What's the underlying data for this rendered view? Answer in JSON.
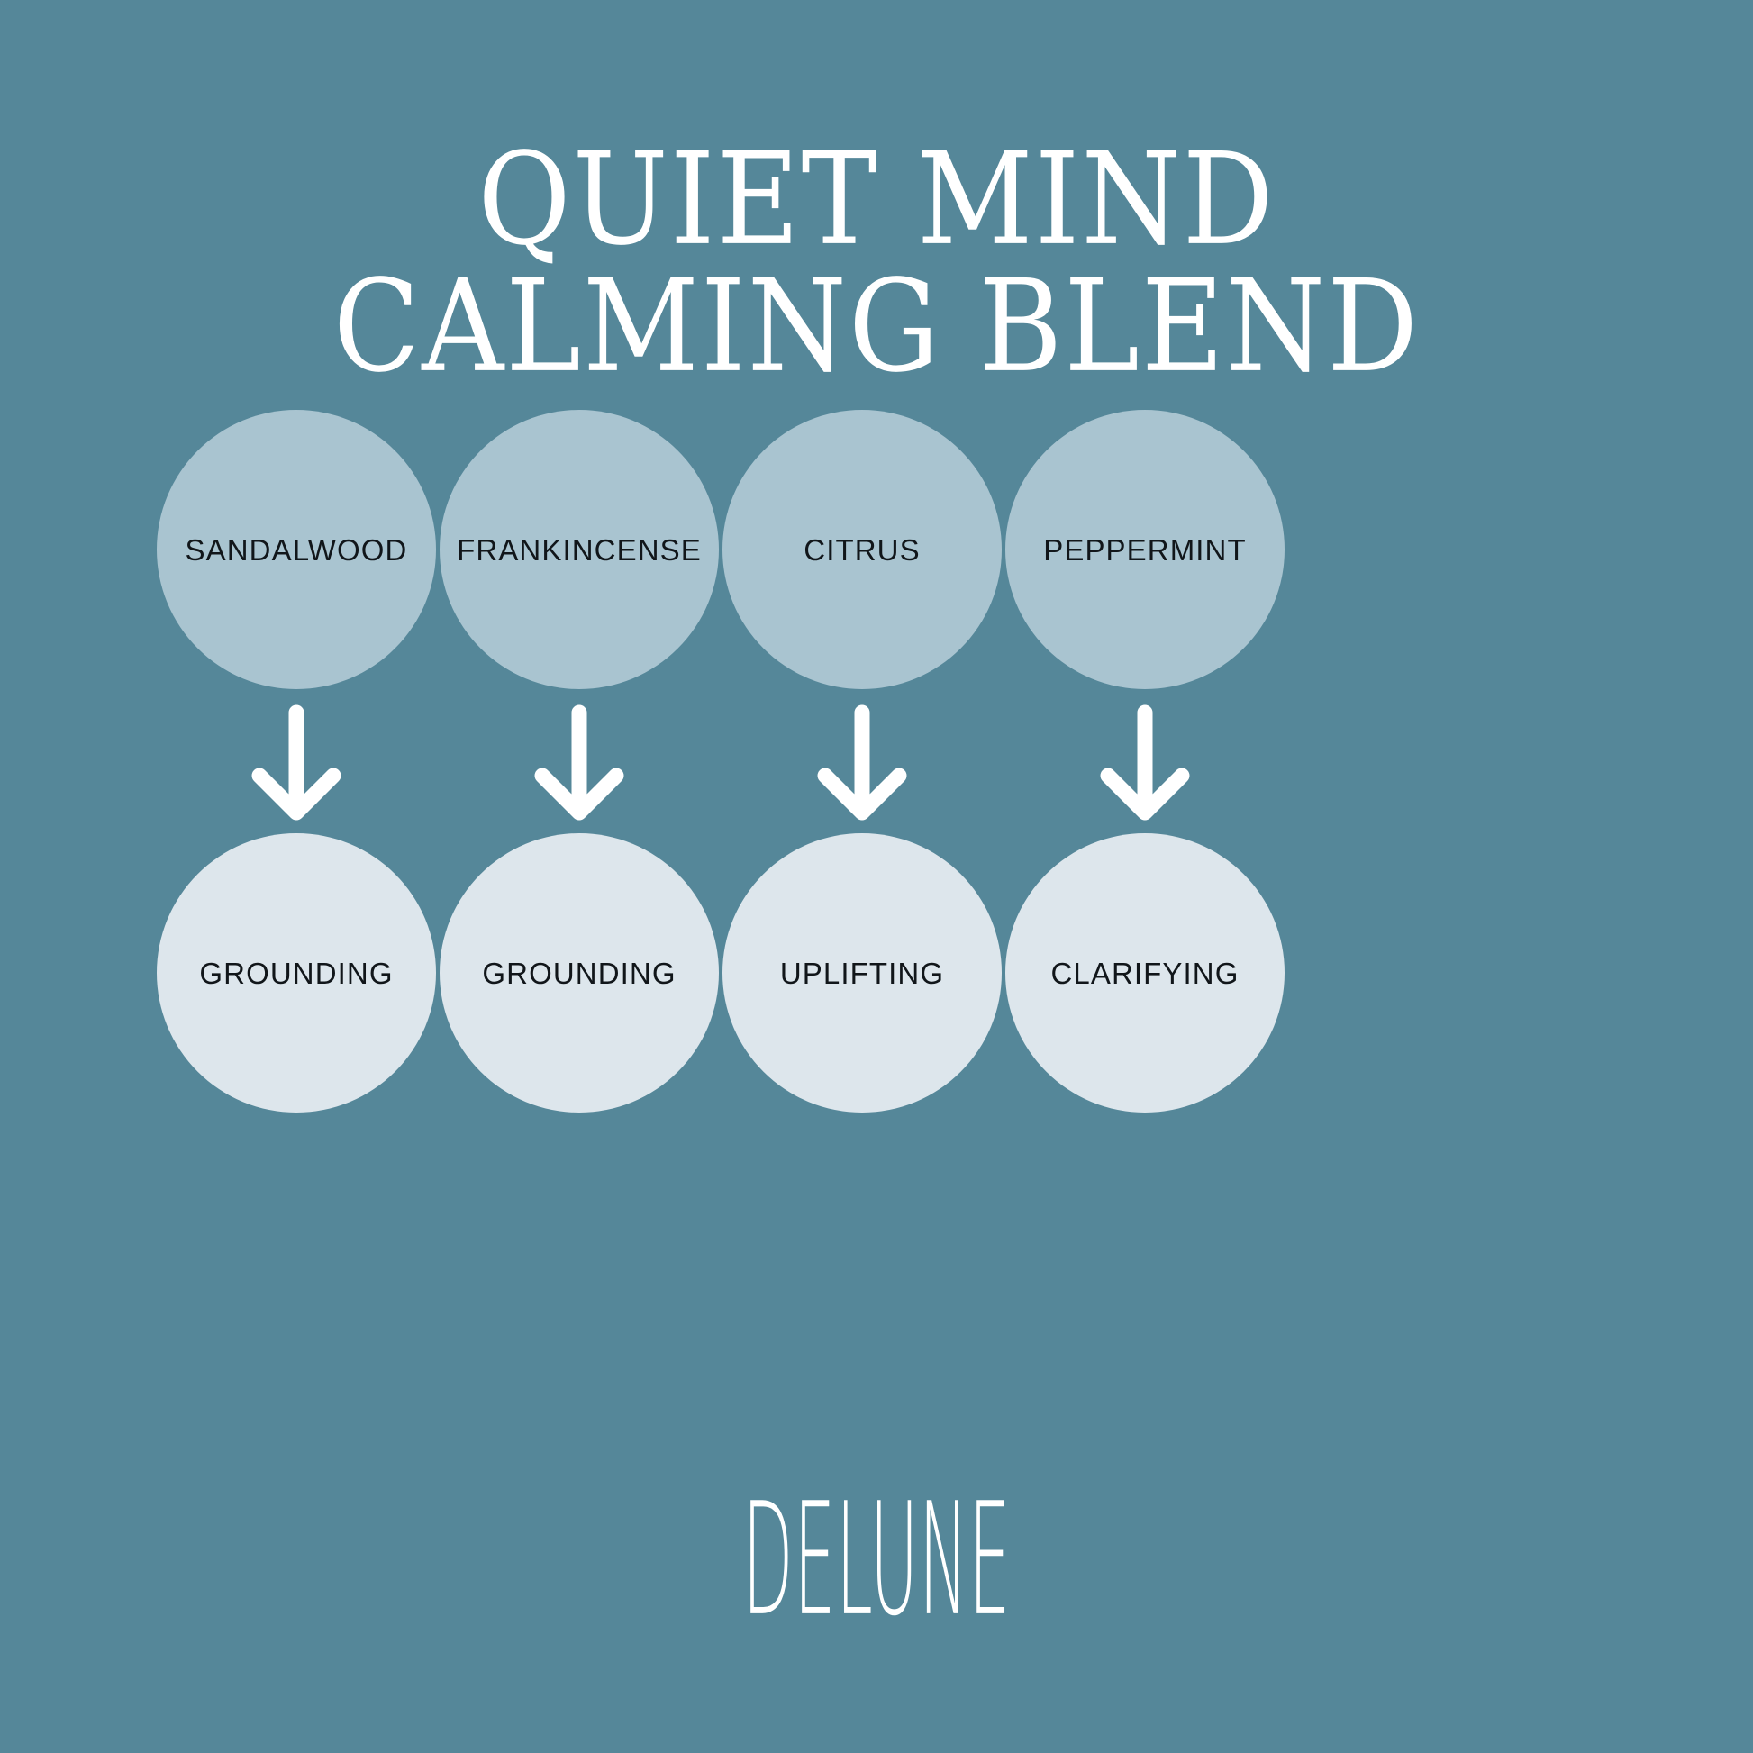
{
  "poster": {
    "background_color": "#558799",
    "title": {
      "line1": "QUIET MIND",
      "line2": "CALMING BLEND",
      "color": "#ffffff"
    },
    "brand": {
      "name": "DELUNE",
      "color": "#ffffff"
    }
  },
  "palette": {
    "background": "#558799",
    "top_bubble": "#a9c4d0",
    "bottom_bubble": "#dde6ec",
    "arrow": "#ffffff",
    "label_text": "#11161a",
    "title_text": "#ffffff"
  },
  "diagram": {
    "arrow_icon_name": "arrow-down-icon",
    "columns": [
      {
        "ingredient": "SANDALWOOD",
        "effect": "GROUNDING"
      },
      {
        "ingredient": "FRANKINCENSE",
        "effect": "GROUNDING"
      },
      {
        "ingredient": "CITRUS",
        "effect": "UPLIFTING"
      },
      {
        "ingredient": "PEPPERMINT",
        "effect": "CLARIFYING"
      }
    ]
  }
}
